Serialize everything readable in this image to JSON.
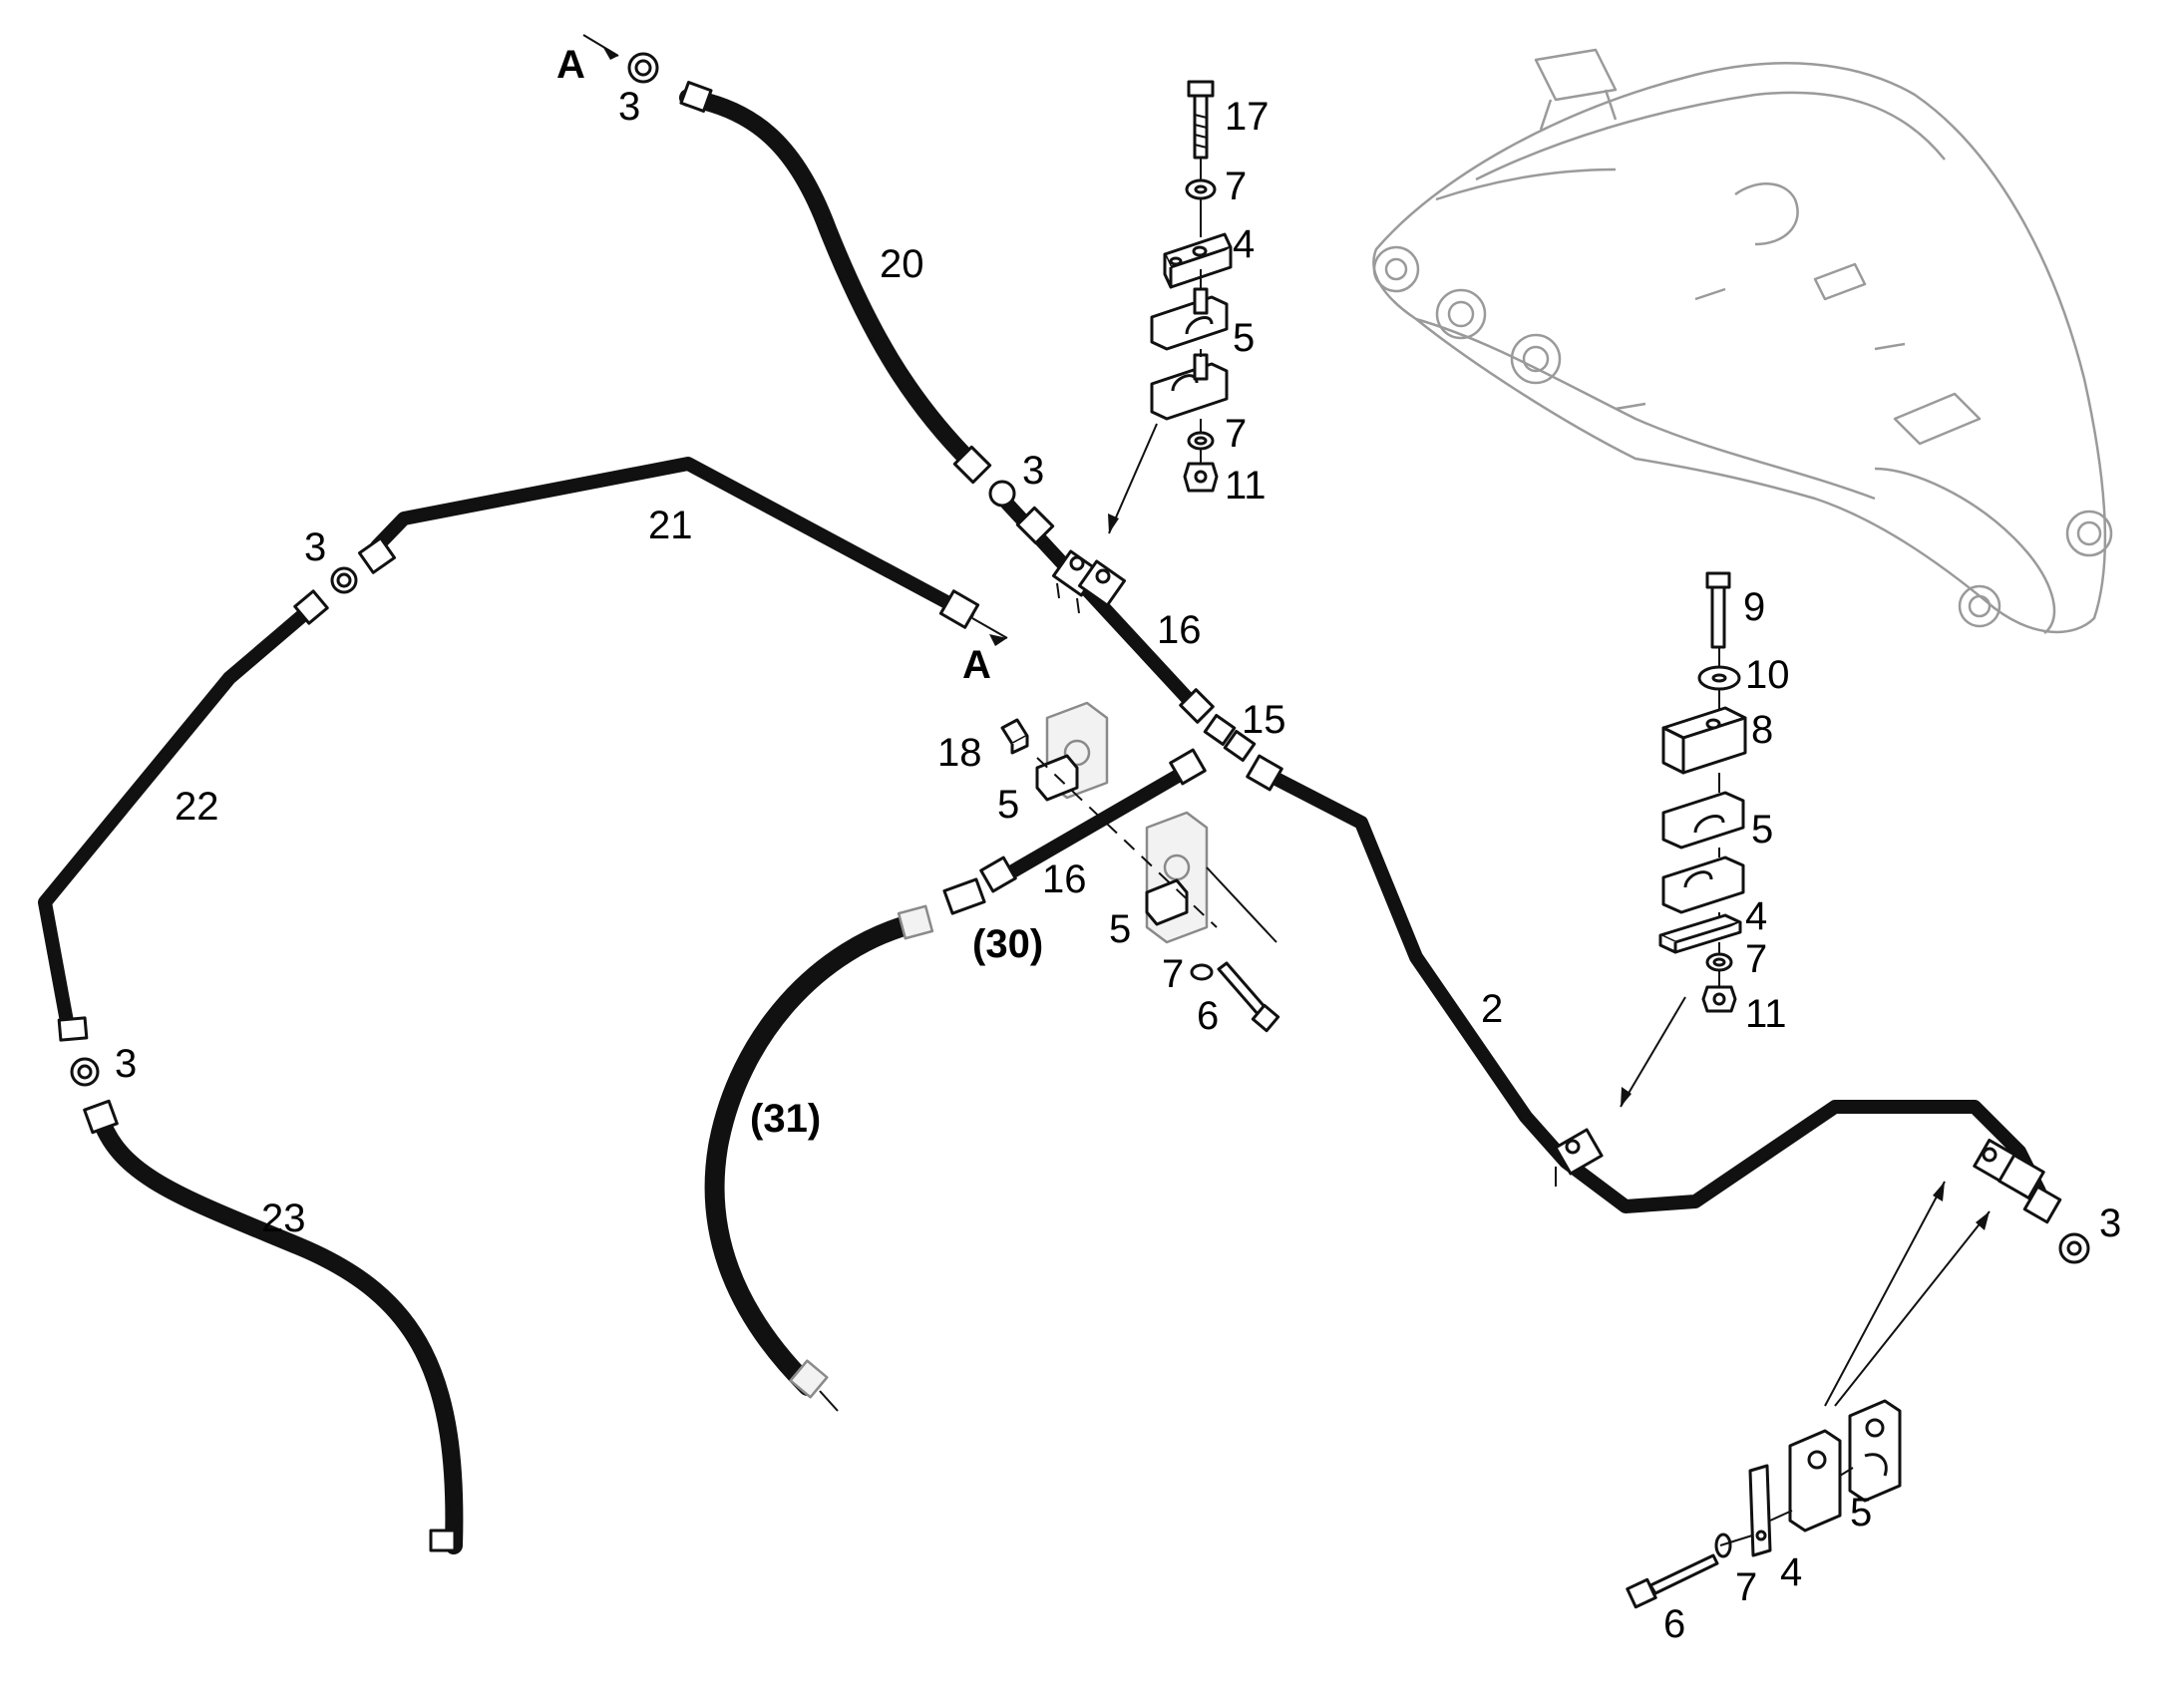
{
  "diagram": {
    "view_marker": "A",
    "callouts": {
      "c3_top": "3",
      "c17": "17",
      "c7_top": "7",
      "c4_top": "4",
      "c5_top": "5",
      "c7_mid": "7",
      "c11_top": "11",
      "c20": "20",
      "c3_mid": "3",
      "c3_left": "3",
      "c21": "21",
      "c16_upper": "16",
      "c15": "15",
      "c18": "18",
      "c5_left": "5",
      "c16_lower": "16",
      "c30": "(30)",
      "c5_lower": "5",
      "c7_lower": "7",
      "c6_lower": "6",
      "c22": "22",
      "c3_bottom_left": "3",
      "c23": "23",
      "c31": "(31)",
      "c2": "2",
      "c9": "9",
      "c10": "10",
      "c8": "8",
      "c5_right": "5",
      "c4_right": "4",
      "c7_right": "7",
      "c11_right": "11",
      "c3_right": "3",
      "c5_bottom": "5",
      "c4_bottom": "4",
      "c7_bottom": "7",
      "c6_bottom": "6"
    }
  }
}
